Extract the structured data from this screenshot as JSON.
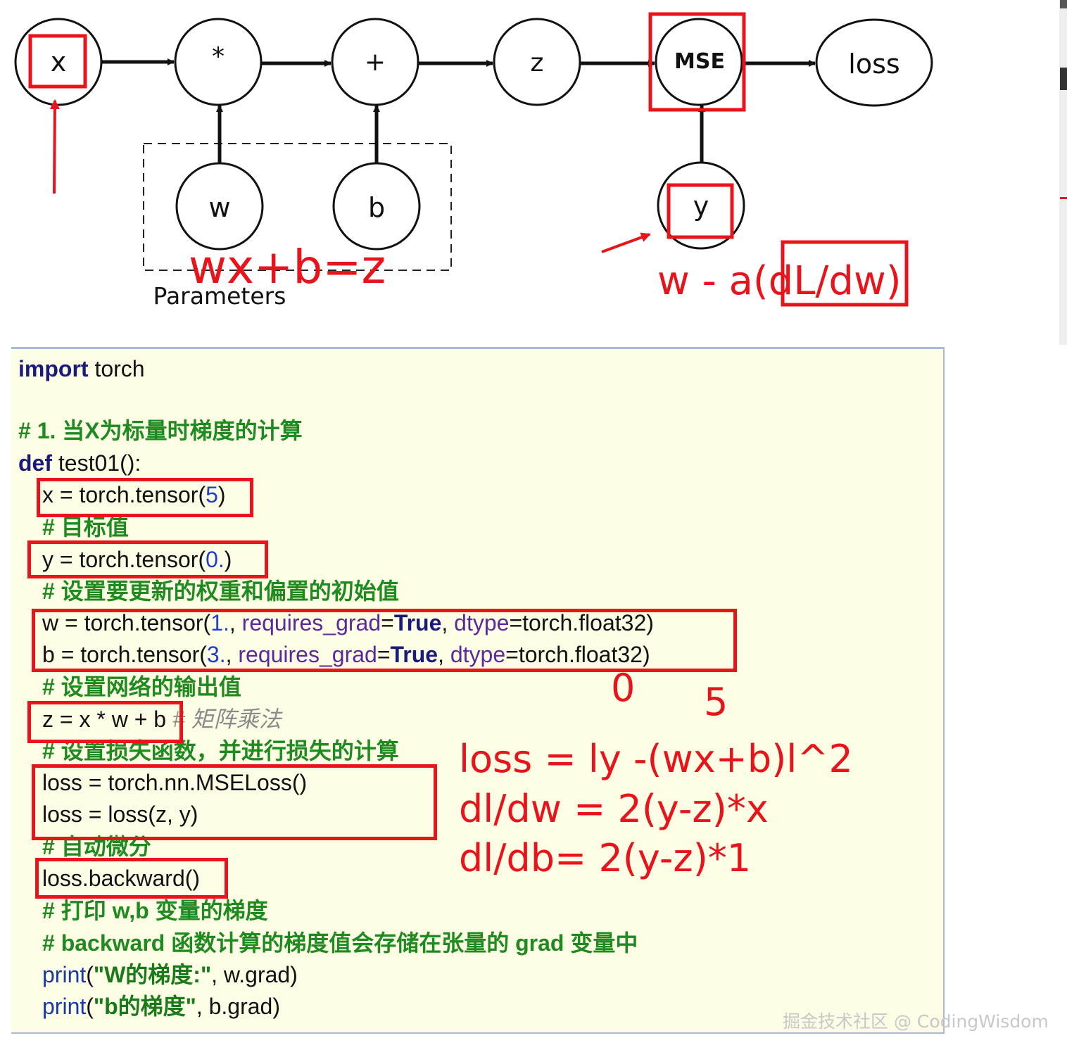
{
  "graph": {
    "nodes": {
      "x": "x",
      "mul": "*",
      "add": "+",
      "z": "z",
      "mse": "MSE",
      "loss": "loss",
      "w": "w",
      "b": "b",
      "y": "y"
    },
    "parameters_label": "Parameters"
  },
  "annotations": {
    "formula_z": "wx+b=z",
    "update_prefix": "w - a(",
    "update_grad": "dL/dw",
    "update_suffix": ")",
    "val_zero": "0",
    "val_five": "5",
    "eq_loss": "loss = ly -(wx+b)l^2",
    "eq_dw": "dl/dw = 2(y-z)*x",
    "eq_db": "dl/db= 2(y-z)*1"
  },
  "code": {
    "import_kw": "import",
    "import_rest": " torch",
    "comment1": "# 1. 当X为标量时梯度的计算",
    "def_kw": "def",
    "def_rest": " test01():",
    "x_pre": "x = torch.tensor(",
    "x_num": "5",
    "x_post": ")",
    "comment_target": "# 目标值",
    "y_pre": "y = torch.tensor(",
    "y_num": "0.",
    "y_post": ")",
    "comment_init": "# 设置要更新的权重和偏置的初始值",
    "w_pre": "w = torch.tensor(",
    "w_num": "1.",
    "b_pre": "b = torch.tensor(",
    "b_num": "3.",
    "sep": ", ",
    "rg": "requires_grad",
    "eq": "=",
    "true_kw": "True",
    "dtype": "dtype",
    "dtype_val": "=torch.float32)",
    "comment_output": "# 设置网络的输出值",
    "z_line": "z = x * w + b",
    "z_comment": " # 矩阵乘法",
    "comment_loss": "# 设置损失函数，并进行损失的计算",
    "loss_line1": "loss = torch.nn.MSELoss()",
    "loss_line2": "loss = loss(z, y)",
    "comment_autograd": "# 自动微分",
    "backward": "loss.backward()",
    "comment_print": "# 打印 w,b 变量的梯度",
    "comment_backward": "# backward 函数计算的梯度值会存储在张量的 grad 变量中",
    "print_fn": "print",
    "print1_str": "\"W的梯度:\"",
    "print1_rest": ", w.grad)",
    "print2_str": "\"b的梯度\"",
    "print2_rest": ", b.grad)",
    "open_paren": "("
  },
  "watermark": "掘金技术社区 @ CodingWisdom",
  "colors": {
    "annotation_red": "#e8141b",
    "code_bg": "#fdfde6",
    "comment_green": "#1f8a1f",
    "keyword": "#1a1a7a",
    "number_blue": "#1f3fd0",
    "param_purple": "#5a2a9a"
  }
}
